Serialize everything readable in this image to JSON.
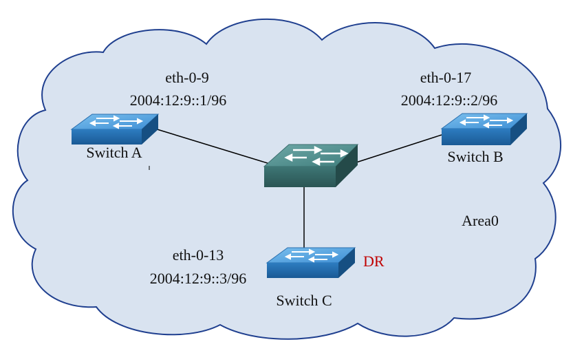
{
  "area": {
    "label": "Area0"
  },
  "colors": {
    "cloud_fill": "#d9e3f0",
    "cloud_stroke": "#1f3f8f",
    "switch_blue_top": "#56a3de",
    "switch_blue_side": "#1a5d96",
    "switch_teal_top": "#4f8f8e",
    "switch_teal_side": "#2c5f5e",
    "dr_color": "#c00000"
  },
  "switches": {
    "a": {
      "name": "Switch A",
      "interface": "eth-0-9",
      "ip": "2004:12:9::1/96"
    },
    "b": {
      "name": "Switch B",
      "interface": "eth-0-17",
      "ip": "2004:12:9::2/96"
    },
    "c": {
      "name": "Switch C",
      "interface": "eth-0-13",
      "ip": "2004:12:9::3/96",
      "role": "DR"
    },
    "center": {
      "icon": "switch-icon"
    }
  },
  "links": [
    {
      "from": "Switch A",
      "to": "center"
    },
    {
      "from": "Switch B",
      "to": "center"
    },
    {
      "from": "Switch C",
      "to": "center"
    }
  ]
}
